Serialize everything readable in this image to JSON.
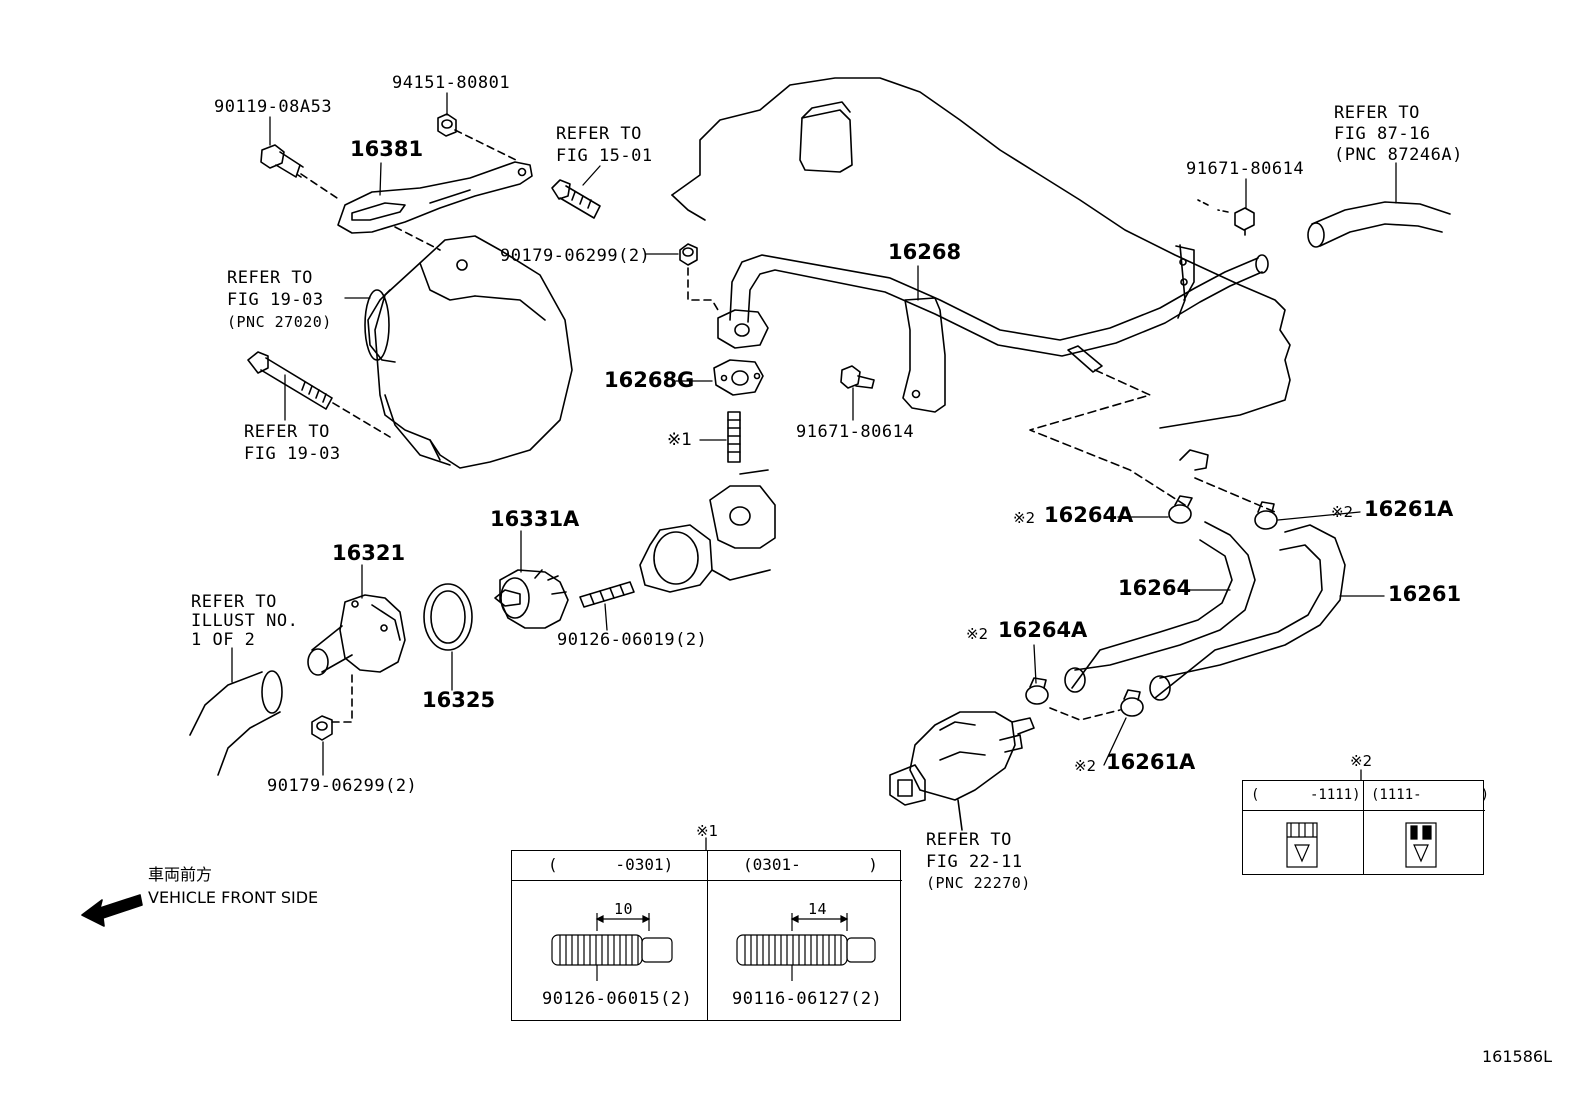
{
  "labels": {
    "p94151": "94151-80801",
    "p90119": "90119-08A53",
    "p16381": "16381",
    "ref_fig1501_a": "REFER TO",
    "ref_fig1501_b": "FIG 15-01",
    "ref_fig1903a_a": "REFER TO",
    "ref_fig1903a_b": "FIG 19-03",
    "ref_fig1903a_c": "(PNC 27020)",
    "ref_fig1903b_a": "REFER TO",
    "ref_fig1903b_b": "FIG 19-03",
    "p90179_top": "90179-06299(2)",
    "p16268": "16268",
    "p16268g": "16268G",
    "mark1_stud": "※1",
    "p91671_top": "91671-80614",
    "p91671_mid": "91671-80614",
    "ref_fig8716_a": "REFER TO",
    "ref_fig8716_b": "FIG 87-16",
    "ref_fig8716_c": "(PNC 87246A)",
    "p16264a_top_mark": "※2",
    "p16264a_top": "16264A",
    "p16261a_top_mark": "※2",
    "p16261a_top": "16261A",
    "p16264": "16264",
    "p16261": "16261",
    "p16264a_mid_mark": "※2",
    "p16264a_mid": "16264A",
    "p16261a_bot_mark": "※2",
    "p16261a_bot": "16261A",
    "p16331a": "16331A",
    "p16321": "16321",
    "p16325": "16325",
    "p90126_06019": "90126-06019(2)",
    "p90179_bot": "90179-06299(2)",
    "ref_illust_a": "REFER TO",
    "ref_illust_b": "ILLUST NO.",
    "ref_illust_c": "1 OF 2",
    "ref_fig2211_a": "REFER TO",
    "ref_fig2211_b": "FIG 22-11",
    "ref_fig2211_c": "(PNC 22270)",
    "front_jp": "車両前方",
    "front_en": "VEHICLE FRONT SIDE",
    "figure_id": "161586L"
  },
  "table1": {
    "mark": "※1",
    "col1_head": "(      -0301)",
    "col2_head": "(0301-       )",
    "col1_dim": "10",
    "col2_dim": "14",
    "col1_part": "90126-06015(2)",
    "col2_part": "90116-06127(2)"
  },
  "table2": {
    "mark": "※2",
    "col1_head": "(      -1111)",
    "col2_head": "(1111-       )"
  }
}
